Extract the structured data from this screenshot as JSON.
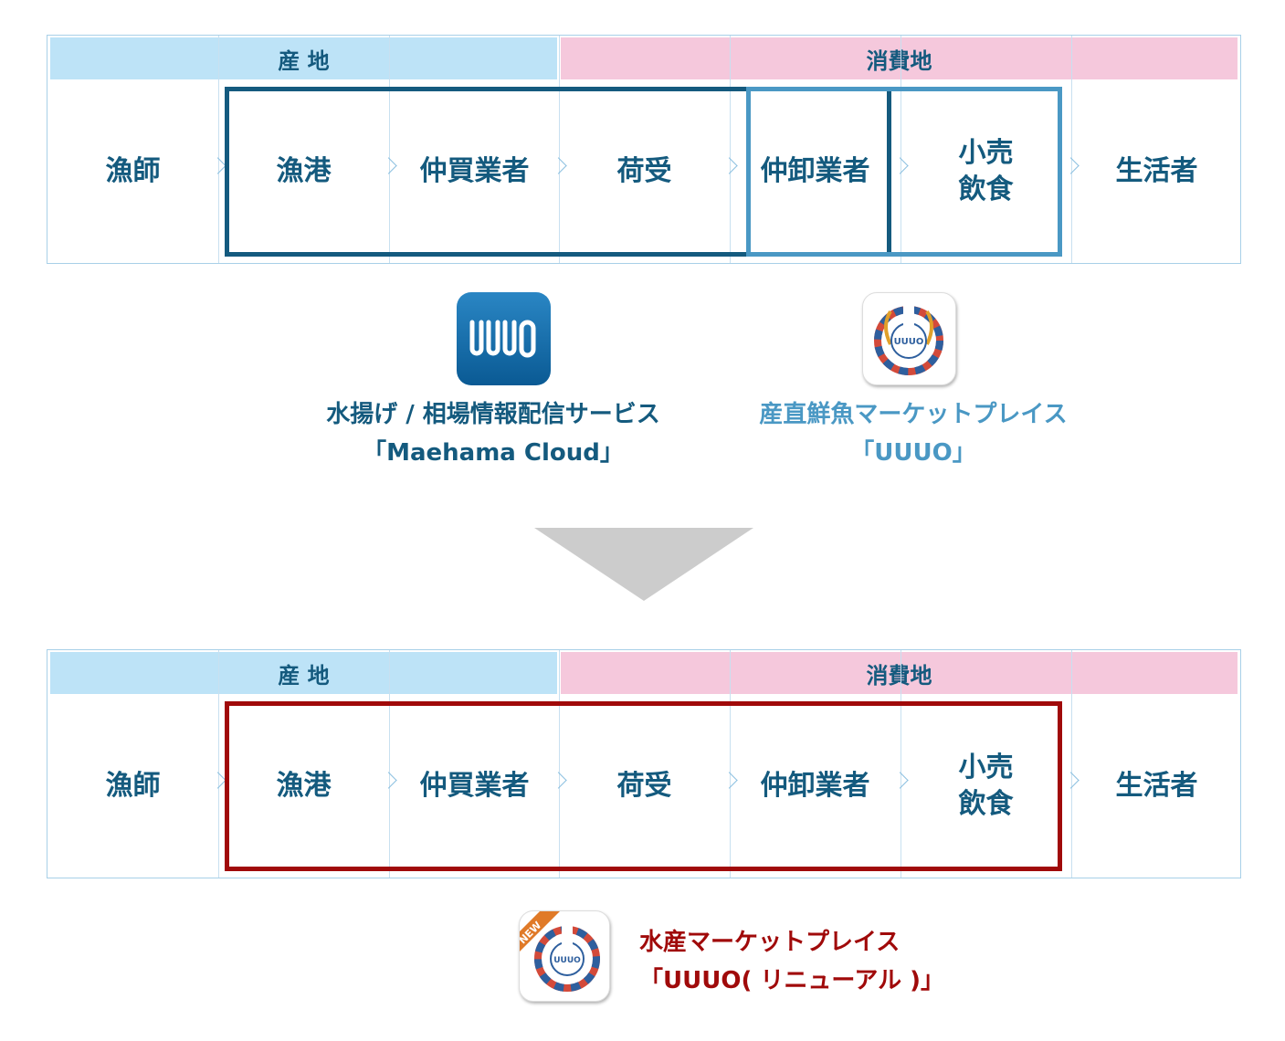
{
  "top": {
    "band_origin": "産 地",
    "band_consumption": "消費地",
    "stages": [
      "漁師",
      "漁港",
      "仲買業者",
      "荷受",
      "仲卸業者",
      "小売\n飲食",
      "生活者"
    ]
  },
  "bottom": {
    "band_origin": "産 地",
    "band_consumption": "消費地",
    "stages": [
      "漁師",
      "漁港",
      "仲買業者",
      "荷受",
      "仲卸業者",
      "小売\n飲食",
      "生活者"
    ]
  },
  "apps": {
    "maehama": {
      "icon_text": "UUUO",
      "caption": "水揚げ / 相場情報配信サービス\n「Maehama Cloud」"
    },
    "uuuo": {
      "icon_text": "UUUO",
      "caption": "産直鮮魚マーケットプレイス\n「UUUO」"
    },
    "renewal": {
      "badge": "NEW",
      "icon_text": "UUUO",
      "caption": "水産マーケットプレイス\n「UUUO( リニューアル )」"
    }
  },
  "colors": {
    "navy": "#145a7e",
    "light_blue": "#4a98c4",
    "red": "#a00a0a",
    "origin_band": "#bde3f7",
    "consumption_band": "#f5c8dc",
    "arrow": "#cccccc",
    "new_badge": "#e07a28"
  }
}
